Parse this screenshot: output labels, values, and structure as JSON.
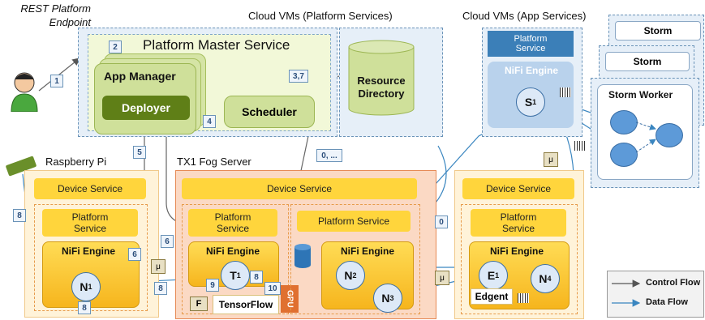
{
  "rest_label": "REST Platform\nEndpoint",
  "cloud_platform_label": "Cloud VMs (Platform Services)",
  "cloud_app_label": "Cloud VMs (App Services)",
  "platform_master": "Platform Master Service",
  "app_manager": "App Manager",
  "deployer": "Deployer",
  "scheduler": "Scheduler",
  "resource_directory": "Resource\nDirectory",
  "platform_service": "Platform\nService",
  "platform_service_single": "Platform Service",
  "nifi_engine": "NiFi Engine",
  "storm": "Storm",
  "storm_worker": "Storm Worker",
  "raspberry_pi": "Raspberry Pi",
  "tx1_fog": "TX1 Fog Server",
  "device_service": "Device Service",
  "tensorflow": "TensorFlow",
  "gpu": "GPU",
  "edgent": "Edgent",
  "f_label": "F",
  "mu": "μ",
  "nodes": {
    "s1": "S",
    "n1": "N",
    "t1": "T",
    "n2": "N",
    "n3": "N",
    "e1": "E",
    "n4": "N"
  },
  "subs": {
    "s1": "1",
    "n1": "1",
    "t1": "1",
    "n2": "2",
    "n3": "3",
    "e1": "1",
    "n4": "4"
  },
  "steps": {
    "s1": "1",
    "s2": "2",
    "s37": "3,7",
    "s4": "4",
    "s5": "5",
    "s0dots": "0, ...",
    "s0": "0",
    "s6a": "6",
    "s6b": "6",
    "s8a": "8",
    "s8b": "8",
    "s8c": "8",
    "s8d": "8",
    "s9": "9",
    "s10": "10"
  },
  "legend": {
    "control": "Control Flow",
    "data": "Data Flow"
  }
}
